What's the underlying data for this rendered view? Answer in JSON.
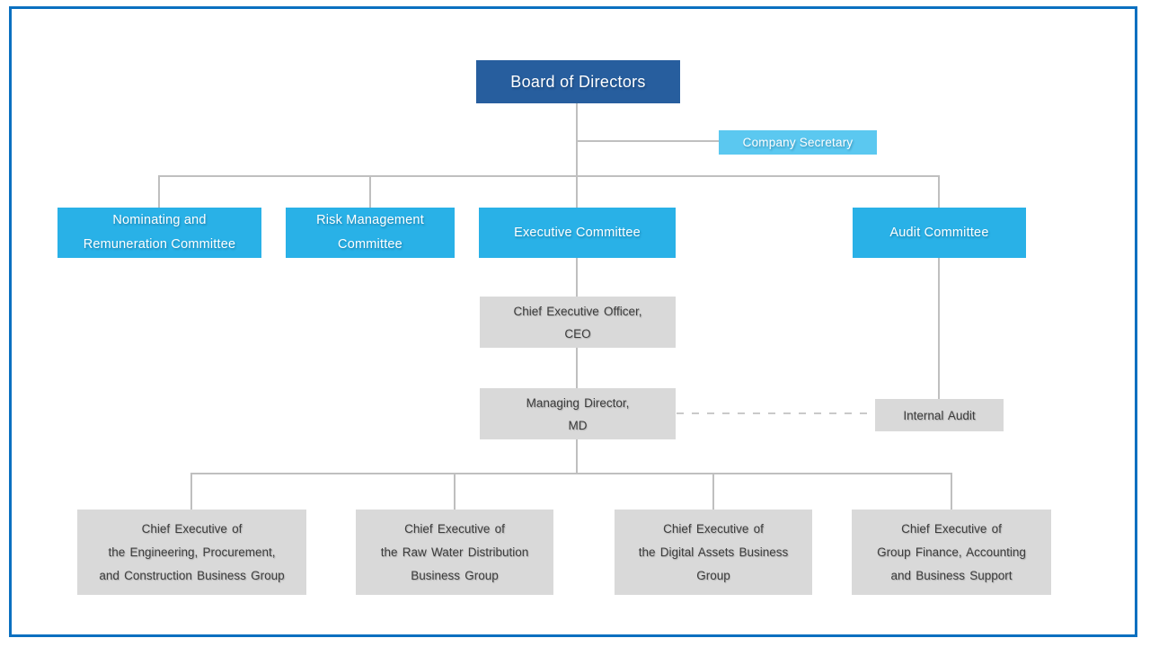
{
  "colors": {
    "border_blue": "#0B70C0",
    "board_bg": "#275E9E",
    "committee_bg": "#29B1E7",
    "secretary_bg": "#5BC8F0",
    "gray_bg": "#D9D9D9",
    "line_gray": "#BFBFBF",
    "dash_gray": "#C9C9C9",
    "text_dark": "#3D3D3D",
    "text_white": "#FFFFFF"
  },
  "nodes": {
    "board": {
      "label": "Board of Directors"
    },
    "company_secretary": {
      "label": "Company Secretary"
    },
    "nominating_committee": {
      "lines": [
        "Nominating and",
        "Remuneration Committee"
      ]
    },
    "risk_committee": {
      "lines": [
        "Risk Management",
        "Committee"
      ]
    },
    "executive_committee": {
      "label": "Executive Committee"
    },
    "audit_committee": {
      "label": "Audit Committee"
    },
    "ceo": {
      "lines": [
        "Chief Executive Officer,",
        "CEO"
      ]
    },
    "md": {
      "lines": [
        "Managing Director,",
        "MD"
      ]
    },
    "internal_audit": {
      "label": "Internal Audit"
    },
    "business_groups": [
      {
        "lines": [
          "Chief Executive of",
          "the Engineering, Procurement,",
          "and Construction Business Group"
        ]
      },
      {
        "lines": [
          "Chief Executive of",
          "the Raw Water Distribution",
          "Business Group"
        ]
      },
      {
        "lines": [
          "Chief Executive of",
          "the Digital Assets Business",
          "Group"
        ]
      },
      {
        "lines": [
          "Chief Executive of",
          "Group Finance, Accounting",
          "and Business Support"
        ]
      }
    ]
  }
}
